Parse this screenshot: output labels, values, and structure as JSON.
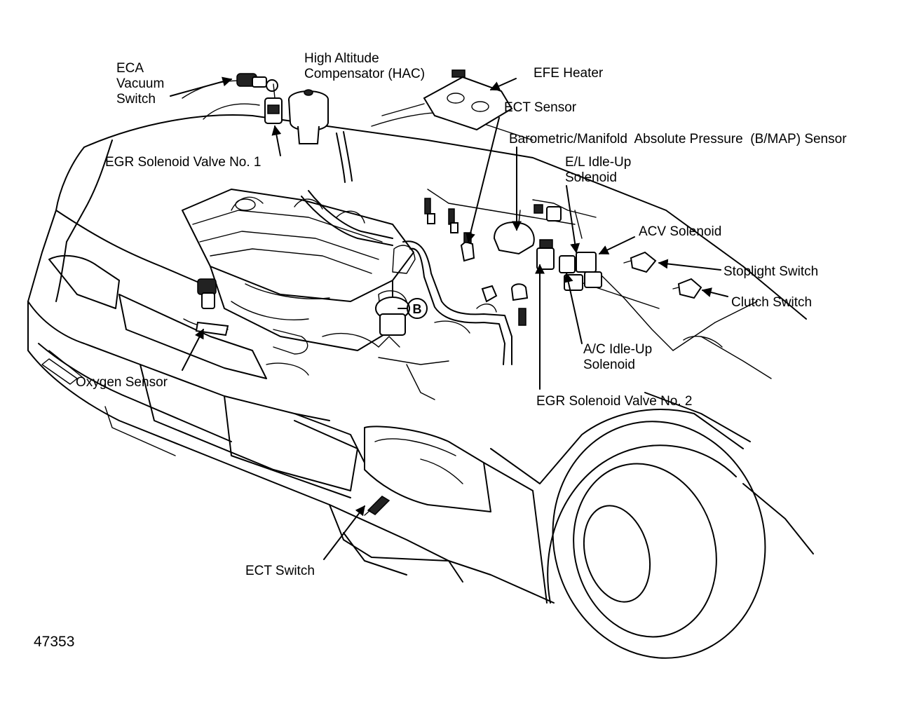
{
  "figure_number": "47353",
  "callout_letter": "B",
  "labels": {
    "eca_vacuum_switch": [
      "ECA",
      "Vacuum",
      "Switch"
    ],
    "hac": [
      "High Altitude",
      "Compensator (HAC)"
    ],
    "efe_heater": "EFE Heater",
    "ect_sensor": "ECT Sensor",
    "bmap_sensor": "Barometric/Manifold  Absolute Pressure  (B/MAP) Sensor",
    "el_idle_up": [
      "E/L Idle-Up",
      "Solenoid"
    ],
    "acv_solenoid": "ACV Solenoid",
    "stoplight_switch": "Stoplight Switch",
    "clutch_switch": "Clutch Switch",
    "egr_valve_1": "EGR Solenoid Valve No. 1",
    "oxygen_sensor": "Oxygen Sensor",
    "ac_idle_up": [
      "A/C Idle-Up",
      "Solenoid"
    ],
    "egr_valve_2": "EGR Solenoid Valve No. 2",
    "ect_switch": "ECT Switch"
  }
}
